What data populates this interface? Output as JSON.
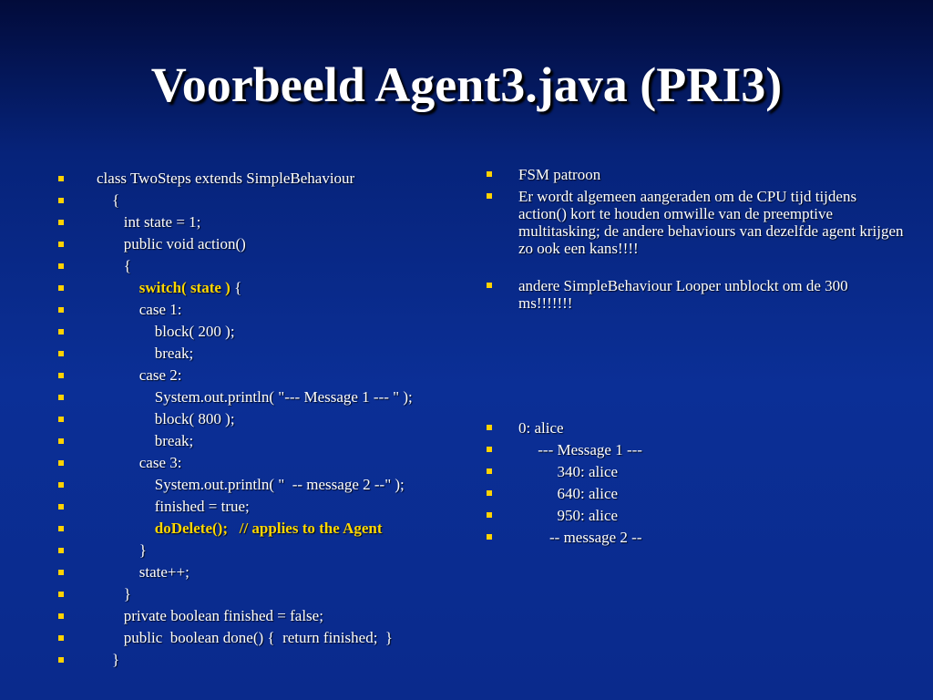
{
  "slide": {
    "title": "Voorbeeld Agent3.java (PRI3)",
    "accent_bullet_color": "#ffd200",
    "highlight_color": "#ffd700"
  },
  "code_lines": [
    "class TwoSteps extends SimpleBehaviour",
    "    {",
    "       int state = 1;",
    "       public void action()",
    "       {",
    "           switch( state ) {",
    "           case 1:",
    "               block( 200 );",
    "               break;",
    "           case 2:",
    "               System.out.println( \"--- Message 1 --- \" );",
    "               block( 800 );",
    "               break;",
    "           case 3:",
    "               System.out.println( \"  -- message 2 --\" );",
    "               finished = true;",
    "               doDelete();   // applies to the Agent",
    "           }",
    "           state++;",
    "       }",
    "       private boolean finished = false;",
    "       public  boolean done() {  return finished;  }",
    "    }"
  ],
  "highlights": {
    "switch_text": "switch( state )",
    "switch_rest": " {",
    "delete_text": "doDelete();   // applies to the Agent"
  },
  "notes": [
    "FSM patroon",
    "Er wordt algemeen aangeraden om de CPU tijd tijdens action() kort te houden omwille van de preemptive multitasking; de andere behaviours van dezelfde agent krijgen zo ook een kans!!!!",
    "andere SimpleBehaviour Looper unblockt om de 300 ms!!!!!!!"
  ],
  "output_lines": [
    "0: alice",
    "     --- Message 1 ---",
    "          340: alice",
    "          640: alice",
    "          950: alice",
    "        -- message 2 --"
  ]
}
